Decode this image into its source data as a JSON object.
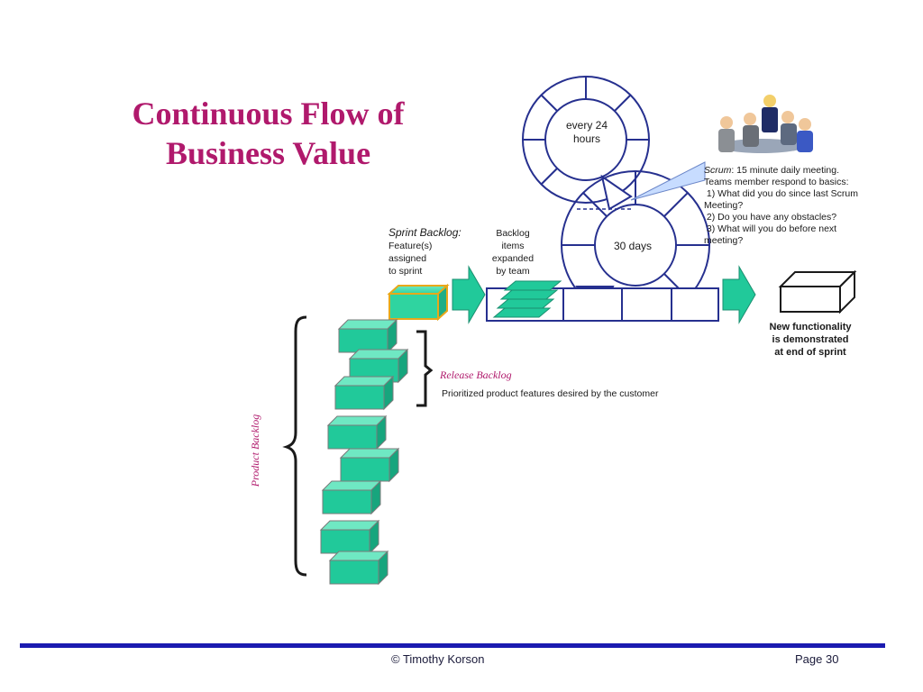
{
  "slide": {
    "title": "Continuous Flow of Business Value"
  },
  "diagram": {
    "cycle_daily_label": [
      "every 24",
      "hours"
    ],
    "cycle_sprint_label": "30 days",
    "scrum_callout": {
      "lead": "Scrum",
      "line1_rest": ": 15 minute daily meeting.",
      "lines": [
        "Teams member respond to basics:",
        " 1) What did you do since last Scrum",
        "Meeting?",
        " 2) Do you have any obstacles?",
        " 3) What will you do before next",
        "meeting?"
      ]
    },
    "sprint_backlog": {
      "heading": "Sprint Backlog:",
      "lines": [
        "Feature(s)",
        "assigned",
        "to sprint"
      ]
    },
    "backlog_items": [
      "Backlog",
      "items",
      "expanded",
      "by team"
    ],
    "new_functionality": [
      "New functionality",
      "is demonstrated",
      "at end of sprint"
    ],
    "release_backlog": {
      "label": "Release Backlog",
      "description": "Prioritized product features desired by the customer"
    },
    "product_backlog_label": "Product Backlog"
  },
  "colors": {
    "title": "#b0196c",
    "block_fill": "#21c99a",
    "sprint_block_fill": "#2fd4a0",
    "sprint_block_border": "#e8a81a",
    "cycle_stroke": "#26308f",
    "callout_fill": "#c7dcff",
    "footer_rule": "#1b1bb0"
  },
  "footer": {
    "copyright": "© Timothy Korson",
    "page": "Page 30"
  }
}
